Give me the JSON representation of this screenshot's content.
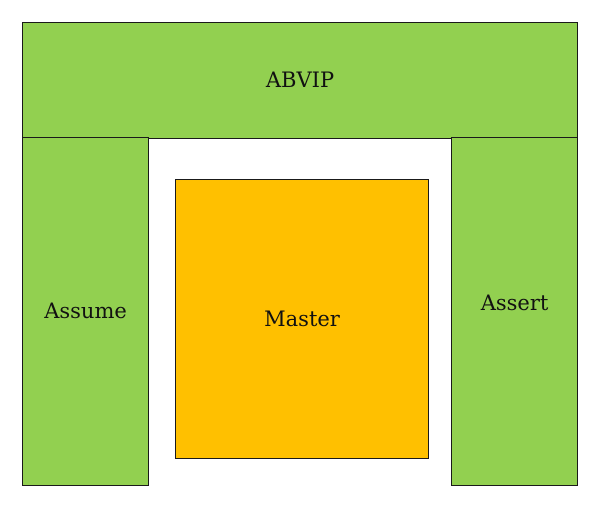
{
  "blocks": {
    "abvip": "ABVIP",
    "assume": "Assume",
    "assert": "Assert",
    "master": "Master"
  },
  "colors": {
    "green": "#92d050",
    "orange": "#ffc000"
  }
}
